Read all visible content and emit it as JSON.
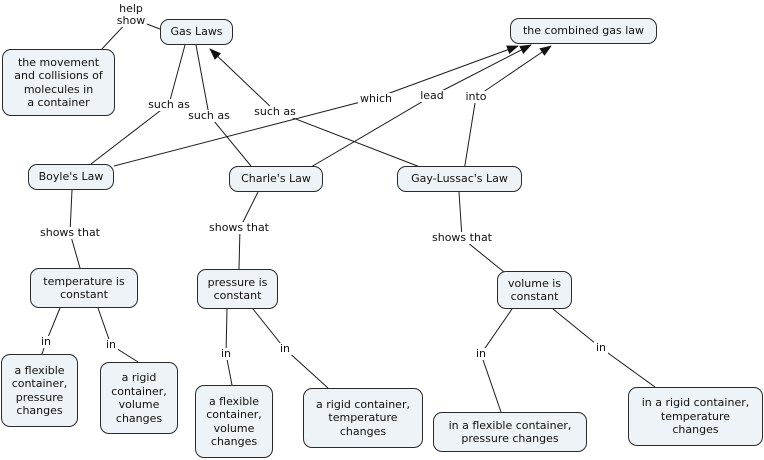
{
  "title": "Gas Laws concept map",
  "colors": {
    "background": "#ffffff",
    "node_fill": "#edf3f6",
    "node_border": "#2a2a2a",
    "edge_line": "#1c1c1c",
    "text": "#111111"
  },
  "nodes": {
    "gas_laws": {
      "label": "Gas Laws"
    },
    "combined_gas_law": {
      "label": "the combined gas law"
    },
    "movement": {
      "label": "the movement\nand collisions of\nmolecules in\na container"
    },
    "boyles_law": {
      "label": "Boyle's Law"
    },
    "charles_law": {
      "label": "Charle's Law"
    },
    "gay_lussacs_law": {
      "label": "Gay-Lussac's Law"
    },
    "temperature_constant": {
      "label": "temperature is\nconstant"
    },
    "pressure_constant": {
      "label": "pressure is\nconstant"
    },
    "volume_constant": {
      "label": "volume is\nconstant"
    },
    "flexible_pressure": {
      "label": "a flexible\ncontainer,\npressure\nchanges"
    },
    "rigid_volume": {
      "label": "a rigid\ncontainer,\nvolume\nchanges"
    },
    "flexible_volume": {
      "label": "a flexible\ncontainer,\nvolume\nchanges"
    },
    "rigid_temperature": {
      "label": "a rigid container,\ntemperature\nchanges"
    },
    "in_flexible_pressure": {
      "label": "in a flexible container,\npressure changes"
    },
    "in_rigid_temperature": {
      "label": "in a rigid container,\ntemperature\nchanges"
    }
  },
  "edge_labels": {
    "help_show": "help\nshow",
    "such_as_1": "such as",
    "such_as_2": "such as",
    "such_as_3": "such as",
    "which": "which",
    "lead": "lead",
    "into": "into",
    "shows_that_1": "shows that",
    "shows_that_2": "shows that",
    "shows_that_3": "shows that",
    "in_1": "in",
    "in_2": "in",
    "in_3": "in",
    "in_4": "in",
    "in_5": "in",
    "in_6": "in"
  }
}
